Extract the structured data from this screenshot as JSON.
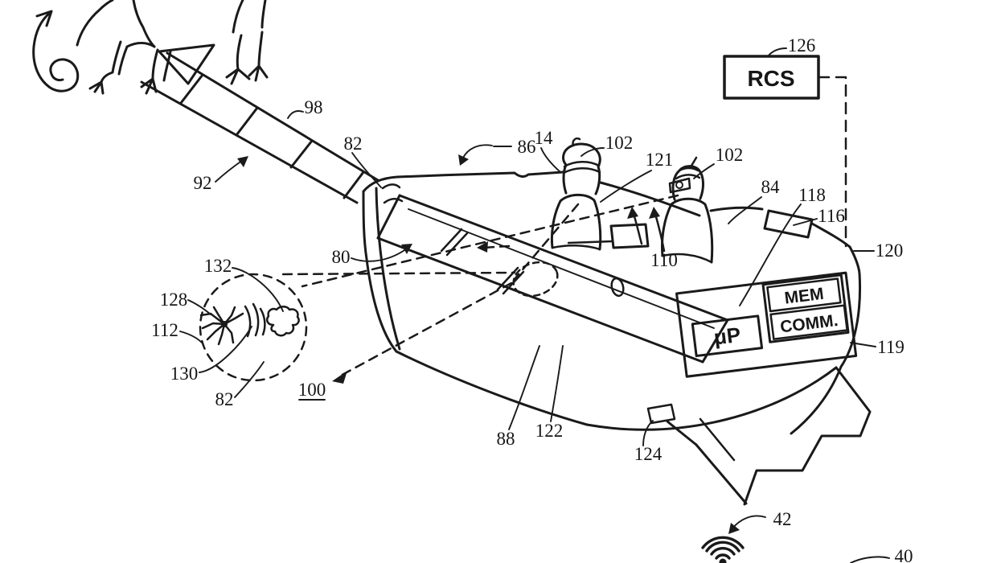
{
  "figure": {
    "type": "patent-line-drawing",
    "background_color": "#ffffff",
    "ink_color": "#1a1a1a",
    "boxes": {
      "rcs": "RCS",
      "processor": "μP",
      "memory": "MEM",
      "comm": "COMM."
    },
    "refs": {
      "r126": "126",
      "r98": "98",
      "r92": "92",
      "r82_front": "82",
      "r86": "86",
      "r14": "14",
      "r102_rider1": "102",
      "r121": "121",
      "r102_rider2": "102",
      "r84": "84",
      "r118": "118",
      "r116": "116",
      "r120": "120",
      "r80": "80",
      "r110": "110",
      "r132": "132",
      "r128": "128",
      "r112": "112",
      "r130": "130",
      "r82_window": "82",
      "r100": "100",
      "r88": "88",
      "r122": "122",
      "r124": "124",
      "r119": "119",
      "r42": "42",
      "r40": "40"
    }
  }
}
